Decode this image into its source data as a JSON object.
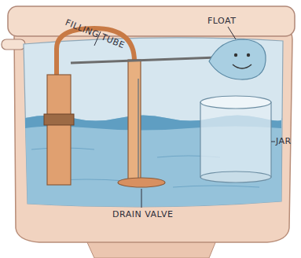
{
  "diagram": {
    "labels": [
      "FILLING TUBE",
      "FLOAT",
      "DRAIN VALVE",
      "JAR"
    ]
  }
}
